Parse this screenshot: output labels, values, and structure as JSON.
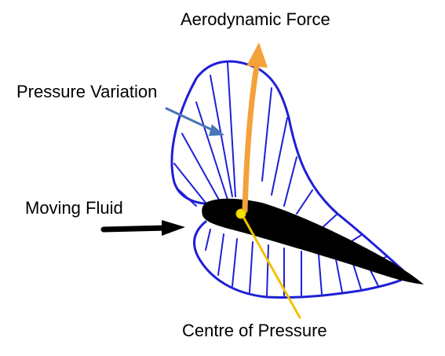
{
  "labels": {
    "aerodynamic_force": "Aerodynamic Force",
    "pressure_variation": "Pressure Variation",
    "moving_fluid": "Moving Fluid",
    "centre_of_pressure": "Centre of Pressure"
  },
  "colors": {
    "pressure_envelope": "#1f1fd6",
    "force_arrow": "#f3a23a",
    "pressure_arrow": "#4a76b8",
    "airfoil": "#000000",
    "centre_point": "#f4e000",
    "cop_line": "#f2c200",
    "flow_arrow": "#000000"
  }
}
